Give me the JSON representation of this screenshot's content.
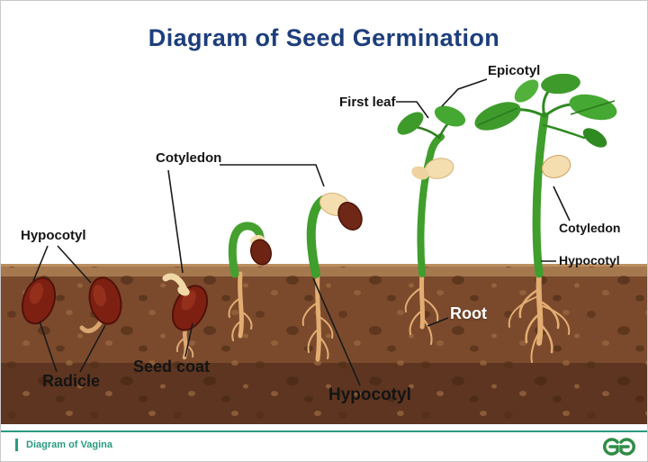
{
  "title": "Diagram of Seed Germination",
  "labels": {
    "hypocotyl_left": "Hypocotyl",
    "radicle": "Radicle",
    "seed_coat": "Seed coat",
    "cotyledon_left": "Cotyledon",
    "first_leaf": "First leaf",
    "epicotyl": "Epicotyl",
    "root": "Root",
    "cotyledon_right": "Cotyledon",
    "hypocotyl_right": "Hypocotyl",
    "hypocotyl_bottom": "Hypocotyl"
  },
  "footer": {
    "text": "Diagram of Vagina",
    "logo_icon": "geeksforgeeks-gg-logo"
  },
  "colors": {
    "title_text": "#1d3e7c",
    "label_text": "#141414",
    "root_label_text": "#ffffff",
    "footer_accent": "#2a9a80",
    "logo_green": "#2f8d46",
    "soil_surface": "#a6784e",
    "soil_mid": "#7b4a2d",
    "soil_deep": "#5d3520",
    "seed_coat_red": "#7d2012",
    "stem_green": "#3f9e2c",
    "cotyledon_cream": "#f4deb0",
    "root_tan": "#e3ad72"
  }
}
